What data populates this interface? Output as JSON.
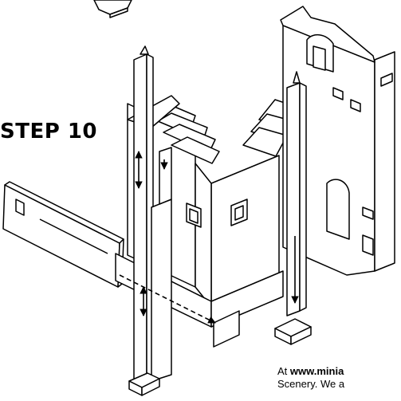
{
  "instructions": {
    "step_title": "STEP 10",
    "footer_prefix": "At ",
    "footer_bold": "www.minia",
    "footer_line2": "Scenery. We a"
  },
  "colors": {
    "line": "#000000",
    "paper": "#ffffff"
  }
}
